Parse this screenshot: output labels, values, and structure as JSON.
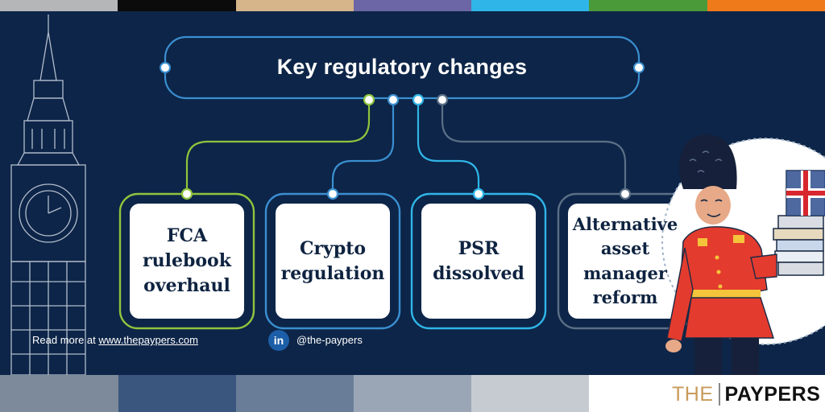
{
  "top_stripe_colors": [
    "#b4b6b8",
    "#0b0b0b",
    "#d5b589",
    "#6c66a6",
    "#2fb5e8",
    "#4a9a3a",
    "#ef7a1a"
  ],
  "bottom_stripe_colors": [
    "#7c8a9c",
    "#3a567e",
    "#6a7d98",
    "#9aa6b6",
    "#c6cbd2",
    "#ffffff"
  ],
  "title": "Key regulatory changes",
  "cards": [
    {
      "line1": "FCA",
      "line2": "rulebook",
      "line3": "overhaul",
      "line4": "",
      "accent": "#8fc43d"
    },
    {
      "line1": "Crypto",
      "line2": "regulation",
      "line3": "",
      "line4": "",
      "accent": "#3a8fd0"
    },
    {
      "line1": "PSR",
      "line2": "dissolved",
      "line3": "",
      "line4": "",
      "accent": "#2fb5e8"
    },
    {
      "line1": "Alternative",
      "line2": "asset",
      "line3": "manager",
      "line4": "reform",
      "accent": "#5b6f86"
    }
  ],
  "footer": {
    "read_more": "Read more at ",
    "link_text": "www.thepaypers.com",
    "handle": "@the-paypers",
    "li_icon": "linkedin-icon",
    "li_glyph": "in"
  },
  "brand": {
    "the": "THE",
    "paypers": "PAYPERS"
  },
  "colors": {
    "background": "#0d2548",
    "connector": "#3a8fd0",
    "card": "#ffffff",
    "text_dark": "#0e2340"
  }
}
